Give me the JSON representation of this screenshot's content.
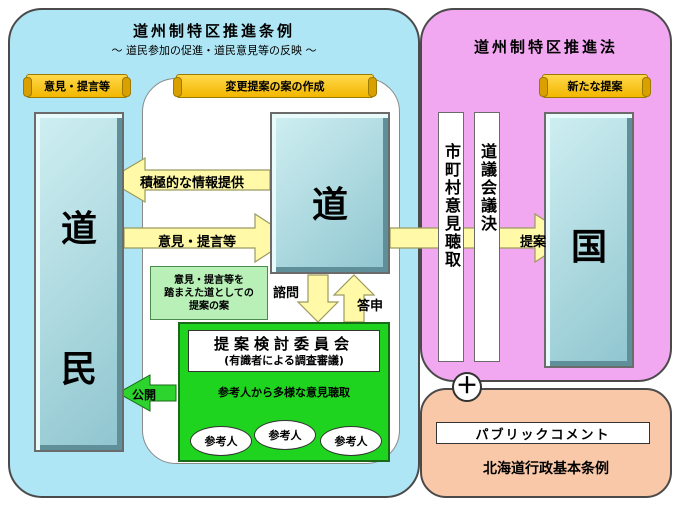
{
  "left_panel": {
    "title": "道州制特区推進条例",
    "subtitle": "～ 道民参加の促進・道民意見等の反映 ～",
    "scroll_opinion": "意見・提言等",
    "scroll_change": "変更提案の案の作成"
  },
  "right_panel": {
    "title": "道州制特区推進法",
    "scroll_new": "新たな提案"
  },
  "blocks": {
    "citizens_char1": "道",
    "citizens_char2": "民",
    "prefecture": "道",
    "country": "国"
  },
  "arrows": {
    "active_info": "積極的な情報提供",
    "opinion": "意見・提言等",
    "consult": "諮問",
    "respond": "答申",
    "publish": "公開",
    "proposal": "提案"
  },
  "note": {
    "line1": "意見・提言等を",
    "line2": "踏まえた道としての",
    "line3": "提案の案"
  },
  "committee": {
    "title": "提案検討委員会",
    "subtitle": "(有識者による調査審議)",
    "hearing": "参考人から多様な意見聴取",
    "witness1": "参考人",
    "witness2": "参考人",
    "witness3": "参考人"
  },
  "vertical_boxes": {
    "municipal": "市町村意見聴取",
    "assembly": "道議会議決"
  },
  "bottom_panel": {
    "plus": "＋",
    "public_comment": "パブリックコメント",
    "ordinance": "北海道行政基本条例"
  },
  "colors": {
    "left_panel": "#aee6f5",
    "right_panel": "#f2a8f0",
    "bottom_panel": "#f9c8a8",
    "arrow_fill": "#fff9a8",
    "committee": "#1ed41e",
    "scroll": "#ffd84a"
  }
}
